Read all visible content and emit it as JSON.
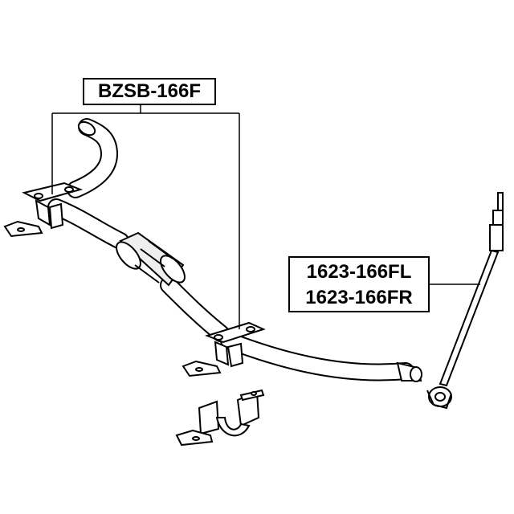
{
  "labels": {
    "stabilizer_bushing": "BZSB-166F",
    "stabilizer_link_front_left": "1623-166FL",
    "stabilizer_link_front_right": "1623-166FR"
  },
  "colors": {
    "line": "#000000",
    "background": "#ffffff",
    "part_shade": "#eeeeee"
  }
}
